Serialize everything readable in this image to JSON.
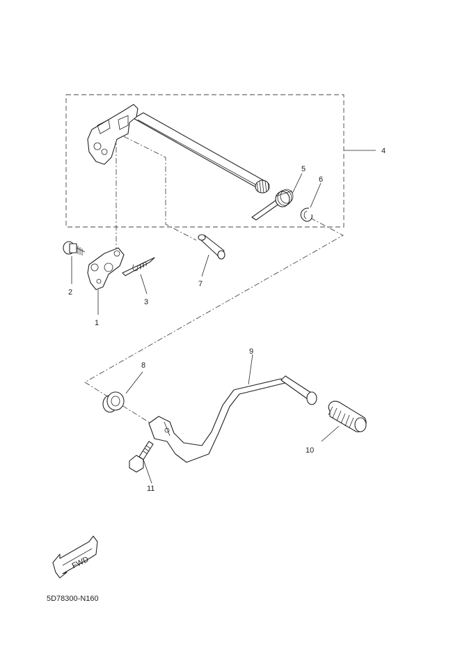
{
  "callouts": [
    {
      "id": "1",
      "text": "1"
    },
    {
      "id": "2",
      "text": "2"
    },
    {
      "id": "3",
      "text": "3"
    },
    {
      "id": "4",
      "text": "4"
    },
    {
      "id": "5",
      "text": "5"
    },
    {
      "id": "6",
      "text": "6"
    },
    {
      "id": "7",
      "text": "7"
    },
    {
      "id": "8",
      "text": "8"
    },
    {
      "id": "9",
      "text": "9"
    },
    {
      "id": "10",
      "text": "10"
    },
    {
      "id": "11",
      "text": "11"
    }
  ],
  "fwd_label": "FWD",
  "diagram_code": "5D78300-N160",
  "colors": {
    "line": "#222222",
    "background": "#ffffff"
  }
}
